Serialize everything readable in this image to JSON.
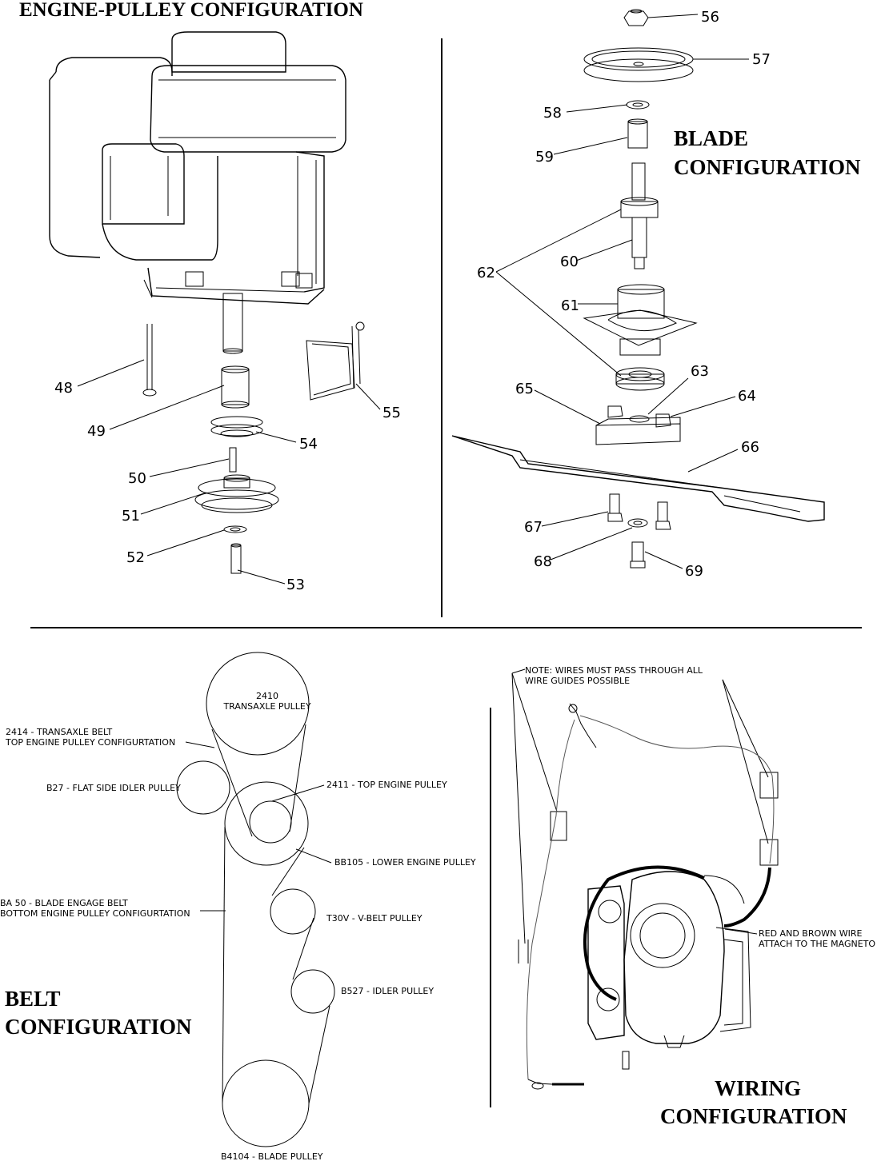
{
  "titles": {
    "engine_pulley": "ENGINE-PULLEY CONFIGURATION",
    "blade": [
      "BLADE",
      "CONFIGURATION"
    ],
    "belt": [
      "BELT",
      "CONFIGURATION"
    ],
    "wiring": [
      "WIRING",
      "CONFIGURATION"
    ]
  },
  "engine_parts": [
    "48",
    "49",
    "50",
    "51",
    "52",
    "53",
    "54",
    "55"
  ],
  "blade_parts": [
    "56",
    "57",
    "58",
    "59",
    "60",
    "61",
    "62",
    "63",
    "64",
    "65",
    "66",
    "67",
    "68",
    "69"
  ],
  "belt_labels": {
    "transaxle_pulley": [
      "2410",
      "TRANSAXLE PULLEY"
    ],
    "transaxle_belt": [
      "2414 - TRANSAXLE BELT",
      "TOP ENGINE PULLEY CONFIGURTATION"
    ],
    "flat_idler": "B27 - FLAT SIDE IDLER PULLEY",
    "top_engine": "2411 - TOP ENGINE PULLEY",
    "lower_engine": "BB105 - LOWER ENGINE PULLEY",
    "blade_belt": [
      "BA 50 - BLADE ENGAGE BELT",
      "BOTTOM ENGINE PULLEY CONFIGURTATION"
    ],
    "vbelt": "T30V - V-BELT PULLEY",
    "idler": "B527 - IDLER PULLEY",
    "blade_pulley": "B4104 - BLADE PULLEY"
  },
  "wiring_labels": {
    "note": [
      "NOTE: WIRES MUST PASS THROUGH ALL",
      "WIRE GUIDES POSSIBLE"
    ],
    "magneto": [
      "RED AND BROWN WIRE",
      "ATTACH TO THE MAGNETO"
    ]
  }
}
